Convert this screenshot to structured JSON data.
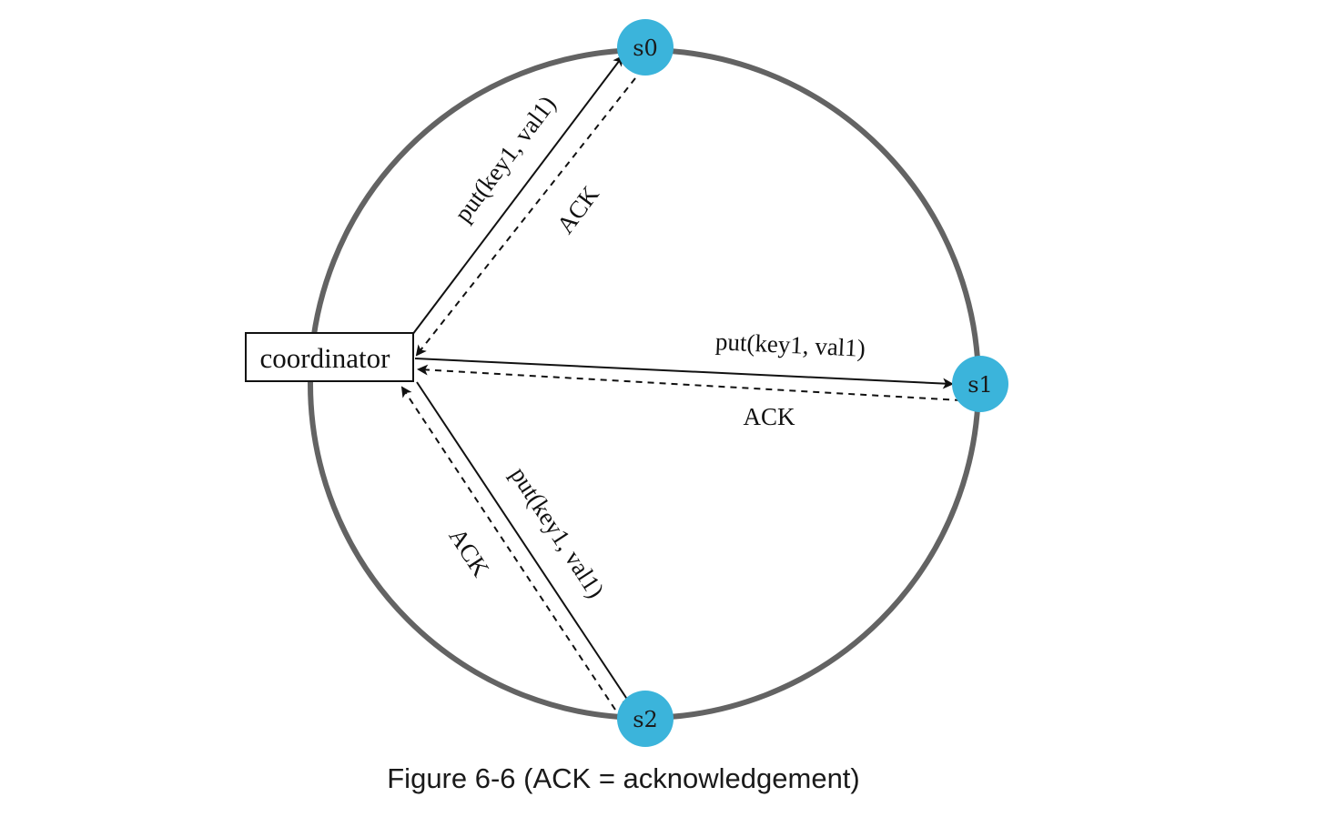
{
  "diagram": {
    "colors": {
      "ring": "#636363",
      "server": "#3BB4DB",
      "line": "#111111",
      "box_fill": "#ffffff",
      "box_stroke": "#111111"
    },
    "coordinator": {
      "label": "coordinator"
    },
    "servers": [
      {
        "id": "s0",
        "label": "s0"
      },
      {
        "id": "s1",
        "label": "s1"
      },
      {
        "id": "s2",
        "label": "s2"
      }
    ],
    "edges": [
      {
        "from": "coordinator",
        "to": "s0",
        "style": "solid",
        "label": "put(key1, val1)"
      },
      {
        "from": "s0",
        "to": "coordinator",
        "style": "dashed",
        "label": "ACK"
      },
      {
        "from": "coordinator",
        "to": "s1",
        "style": "solid",
        "label": "put(key1, val1)"
      },
      {
        "from": "s1",
        "to": "coordinator",
        "style": "dashed",
        "label": "ACK"
      },
      {
        "from": "coordinator",
        "to": "s2",
        "style": "solid",
        "label": "put(key1, val1)"
      },
      {
        "from": "s2",
        "to": "coordinator",
        "style": "dashed",
        "label": "ACK"
      }
    ]
  },
  "caption": "Figure 6-6 (ACK = acknowledgement)"
}
